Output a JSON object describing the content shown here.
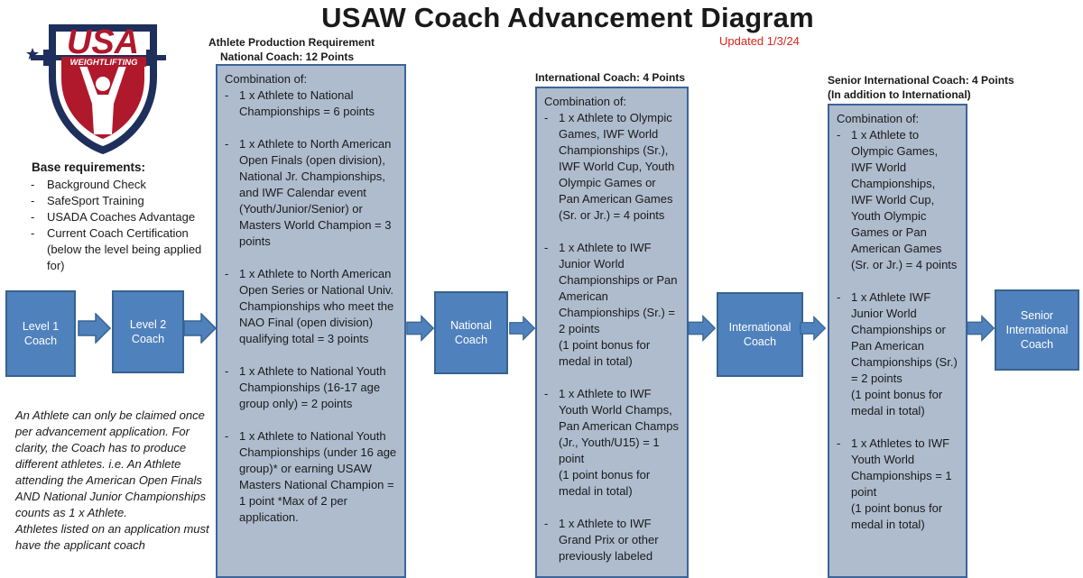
{
  "title": "USAW Coach Advancement Diagram",
  "updated": "Updated 1/3/24",
  "logo": {
    "line1": "USA",
    "line2": "WEIGHTLIFTING"
  },
  "base": {
    "heading": "Base requirements:",
    "items": [
      "Background Check",
      "SafeSport Training",
      "USADA Coaches Advantage",
      "Current Coach Certification (below the level being applied for)"
    ]
  },
  "note": [
    "An Athlete can only be claimed once per advancement application. For clarity, the Coach has to produce different athletes. i.e. An Athlete attending the American Open Finals AND National Junior Championships counts as 1 x Athlete.",
    "Athletes listed on an application must have the applicant coach"
  ],
  "levels": [
    {
      "label": "Level 1 Coach"
    },
    {
      "label": "Level 2 Coach"
    },
    {
      "label": "National Coach"
    },
    {
      "label": "International Coach"
    },
    {
      "label": "Senior International Coach"
    }
  ],
  "national": {
    "header1": "Athlete Production Requirement",
    "header2": "National Coach: 12 Points",
    "combo": "Combination of:",
    "items": [
      "1 x Athlete to National Championships = 6 points",
      "1 x Athlete to North American Open Finals (open division), National Jr. Championships, and IWF Calendar event (Youth/Junior/Senior)  or Masters World Champion = 3 points",
      "1 x Athlete to North American Open Series or National Univ. Championships who meet the NAO Final (open division) qualifying total = 3 points",
      "1 x Athlete to National Youth Championships (16-17 age group only) = 2 points",
      "1 x Athlete to National Youth Championships (under 16 age group)* or earning USAW Masters National Champion = 1 point *Max of 2 per application."
    ]
  },
  "international": {
    "header": "International Coach: 4 Points",
    "combo": "Combination of:",
    "items": [
      {
        "text": "1 x Athlete to Olympic Games, IWF World Championships (Sr.), IWF World Cup, Youth Olympic Games or Pan American Games (Sr. or Jr.) = 4 points",
        "bonus": ""
      },
      {
        "text": "1 x Athlete to IWF Junior World Championships or Pan American Championships (Sr.) = 2 points",
        "bonus": "(1 point bonus for medal in total)"
      },
      {
        "text": "1 x Athlete to IWF Youth World Champs, Pan American Champs (Jr., Youth/U15) = 1 point",
        "bonus": "(1 point bonus for medal in total)"
      },
      {
        "text": "1 x Athlete to IWF Grand Prix or other previously labeled",
        "bonus": ""
      }
    ]
  },
  "senior": {
    "header1": "Senior International Coach: 4 Points",
    "header2": "(In addition to International)",
    "combo": "Combination of:",
    "items": [
      {
        "text": "1 x Athlete to Olympic Games, IWF World Championships, IWF World Cup, Youth Olympic Games or Pan American Games (Sr. or Jr.) = 4 points",
        "bonus": ""
      },
      {
        "text": "1 x Athlete IWF Junior World Championships or Pan American Championships (Sr.) = 2 points",
        "bonus": "(1 point bonus for medal in total)"
      },
      {
        "text": "1 x Athletes to IWF Youth World Championships = 1 point",
        "bonus": "(1 point bonus for medal in total)"
      }
    ]
  },
  "colors": {
    "box_fill": "#4f81bd",
    "panel_fill": "#aebcce",
    "border": "#3c6498",
    "updated": "#d9261c",
    "logo_red": "#b0182c",
    "logo_navy": "#1f2f5c"
  }
}
